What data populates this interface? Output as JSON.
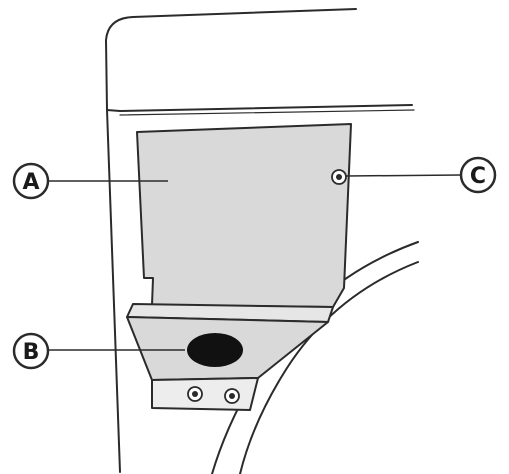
{
  "diagram": {
    "callouts": [
      {
        "id": "A",
        "letter": "A"
      },
      {
        "id": "B",
        "letter": "B"
      },
      {
        "id": "C",
        "letter": "C"
      }
    ],
    "colors": {
      "outline": "#2b2b2b",
      "panel_fill": "#d9d9d9",
      "plug_fill": "#111111",
      "background": "#ffffff"
    }
  }
}
